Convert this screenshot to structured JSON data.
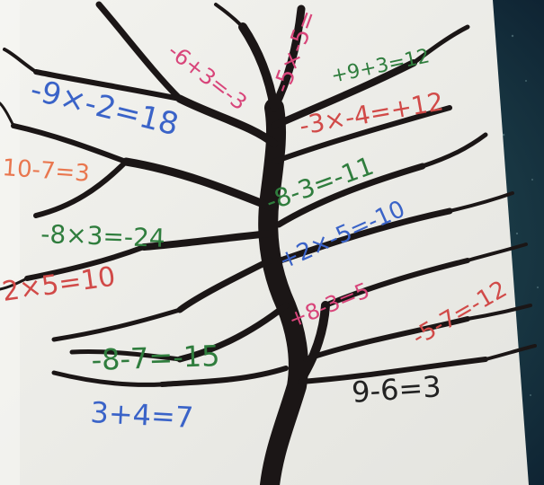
{
  "photo": {
    "subject": "hand-drawn math tree poster",
    "colors": {
      "paper": "#eeeeea",
      "trunk": "#1b1616",
      "background_dark": "#173244",
      "pink": "#d8457a",
      "orange": "#e9774f",
      "green": "#2f7d3d",
      "blue": "#3a63c8",
      "red": "#d14a48",
      "dark": "#222222"
    },
    "equations": [
      "-6+3=-3",
      "-5×-5=",
      "+9+3=12",
      "-9×-2=18",
      "-3×-4=+12",
      "10-7=3",
      "-8-3=-11",
      "-8×3=-24",
      "+2×-5=-10",
      "2×5=10",
      "+8-3=5",
      "-5-7=-12",
      "-8-7=-15",
      "9-6=3",
      "3+4=7"
    ]
  }
}
